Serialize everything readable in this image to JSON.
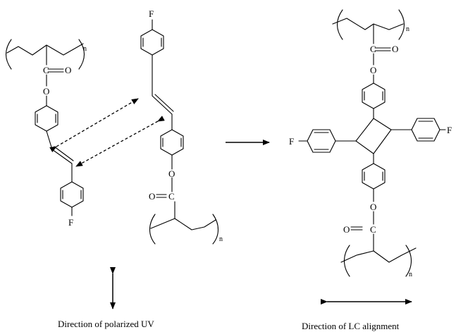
{
  "atoms": {
    "carbon": "C",
    "oxygen": "O",
    "fluorine": "F",
    "repeat_subscript": "n"
  },
  "captions": {
    "left": "Direction  of  polarized UV",
    "right": "Direction  of  LC alignment"
  }
}
